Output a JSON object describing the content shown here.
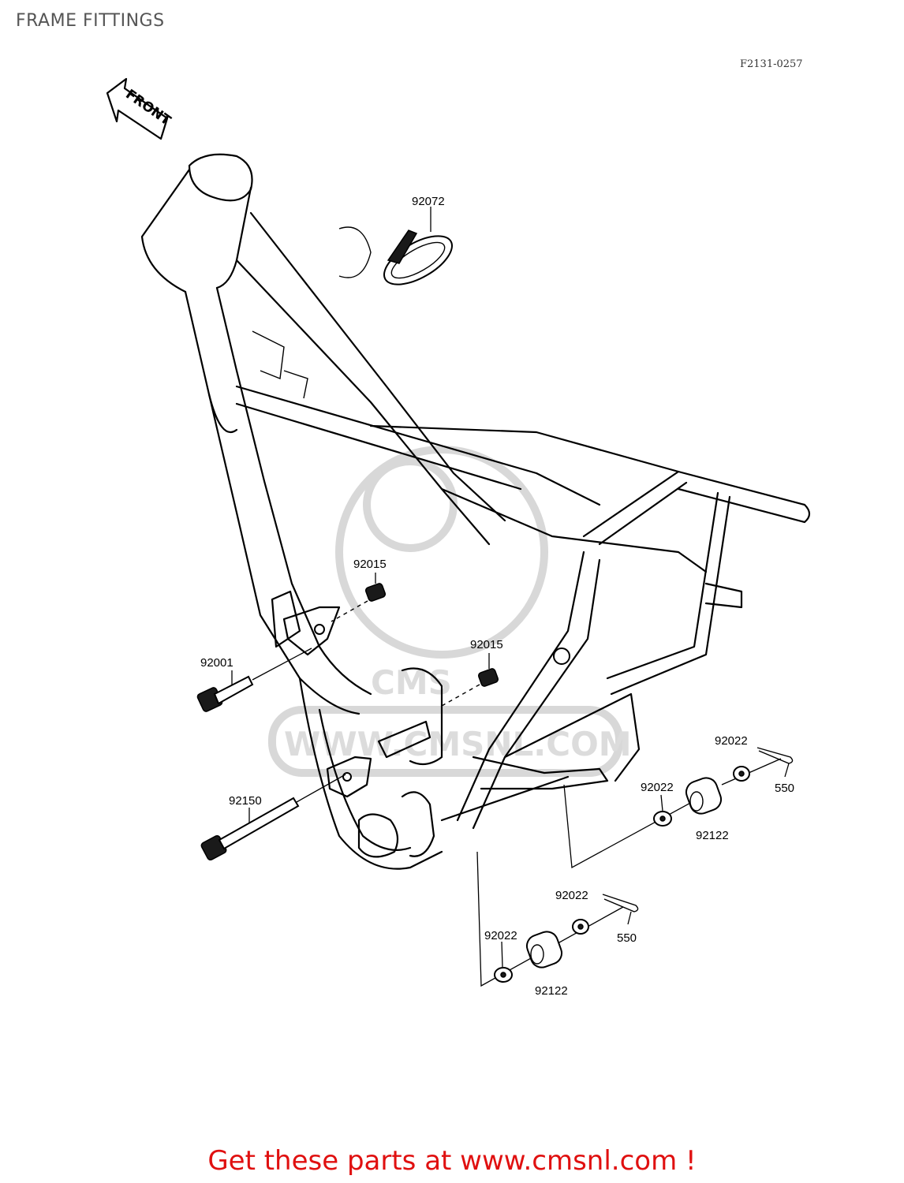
{
  "title": "FRAME FITTINGS",
  "drawing_number": "F2131-0257",
  "front_arrow_label": "FRONT",
  "watermark": {
    "logo_text": "CMS",
    "url_text": "WWW.CMSNL.COM"
  },
  "part_labels": {
    "p92072": "92072",
    "p92015_a": "92015",
    "p92015_b": "92015",
    "p92001": "92001",
    "p92150": "92150",
    "p92022_a": "92022",
    "p92022_b": "92022",
    "p92022_c": "92022",
    "p92022_d": "92022",
    "p550_a": "550",
    "p550_b": "550",
    "p92122_a": "92122",
    "p92122_b": "92122"
  },
  "footer": "Get these parts at www.cmsnl.com !",
  "colors": {
    "footer": "#e01010",
    "title": "#555555",
    "watermark": "#d8d8d8"
  }
}
